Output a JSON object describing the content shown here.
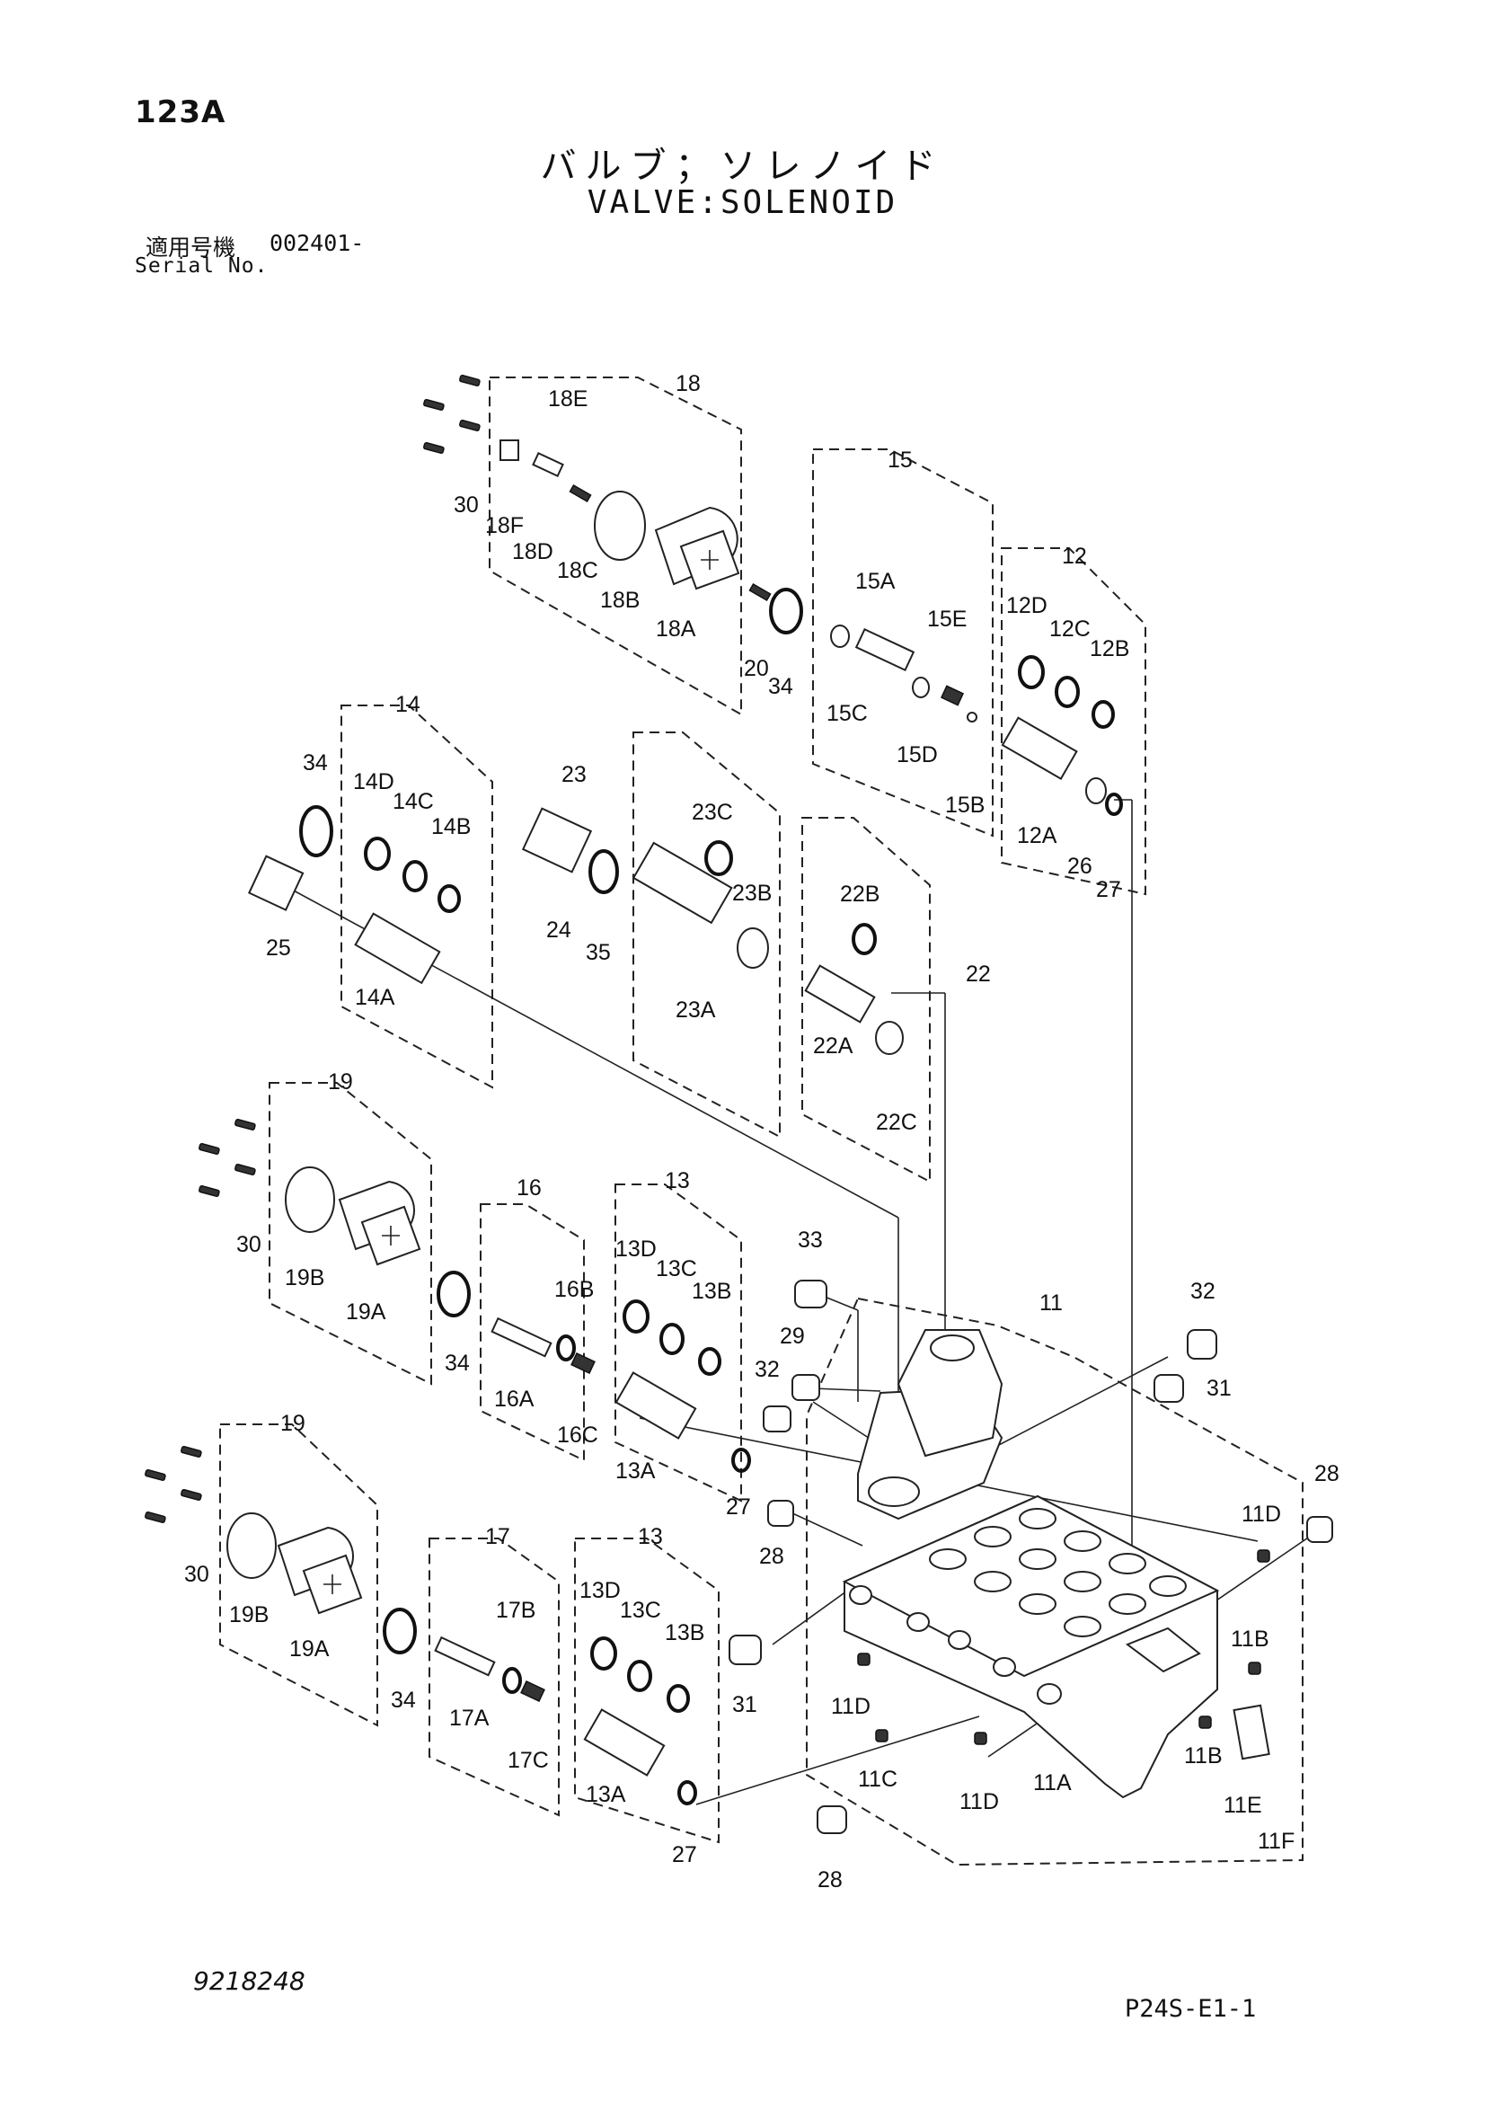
{
  "header": {
    "page_id": "123A",
    "title_jp": "バルブ；ソレノイド",
    "title_en": "VALVE:SOLENOID",
    "serial_label_jp": "適用号機",
    "serial_value": "002401-",
    "serial_label_en": "Serial No."
  },
  "footer": {
    "drawing_number": "9218248",
    "sheet_code": "P24S-E1-1"
  },
  "callouts": {
    "c18": "18",
    "c18E": "18E",
    "c18F": "18F",
    "c18D": "18D",
    "c18C": "18C",
    "c18B": "18B",
    "c18A": "18A",
    "c30a": "30",
    "c20": "20",
    "c34a": "34",
    "c15": "15",
    "c15A": "15A",
    "c15E": "15E",
    "c15C": "15C",
    "c15D": "15D",
    "c15B": "15B",
    "c12": "12",
    "c12D": "12D",
    "c12C": "12C",
    "c12B": "12B",
    "c12A": "12A",
    "c26": "26",
    "c27a": "27",
    "c14": "14",
    "c34b": "34",
    "c14D": "14D",
    "c14C": "14C",
    "c14B": "14B",
    "c25": "25",
    "c14A": "14A",
    "c23": "23",
    "c23C": "23C",
    "c23B": "23B",
    "c23A": "23A",
    "c24": "24",
    "c35": "35",
    "c22": "22",
    "c22B": "22B",
    "c22A": "22A",
    "c22C": "22C",
    "c19a": "19",
    "c30b": "30",
    "c19Ba": "19B",
    "c19Aa": "19A",
    "c34c": "34",
    "c16": "16",
    "c16B": "16B",
    "c16A": "16A",
    "c16C": "16C",
    "c13a": "13",
    "c13Da": "13D",
    "c13Ca": "13C",
    "c13Ba": "13B",
    "c13Aa": "13A",
    "c27b": "27",
    "c33": "33",
    "c29": "29",
    "c32a": "32",
    "c32b": "32",
    "c31a": "31",
    "c11": "11",
    "c28a": "28",
    "c28b": "28",
    "c11Da": "11D",
    "c11B": "11B",
    "c19b": "19",
    "c30c": "30",
    "c19Bb": "19B",
    "c19Ab": "19A",
    "c34d": "34",
    "c17": "17",
    "c17B": "17B",
    "c17A": "17A",
    "c17C": "17C",
    "c13b": "13",
    "c13Db": "13D",
    "c13Cb": "13C",
    "c13Bb": "13B",
    "c13Ab": "13A",
    "c27c": "27",
    "c31b": "31",
    "c11Db": "11D",
    "c11C": "11C",
    "c11Dc": "11D",
    "c11A": "11A",
    "c11Bb": "11B",
    "c11E": "11E",
    "c11F": "11F",
    "c28c": "28"
  }
}
